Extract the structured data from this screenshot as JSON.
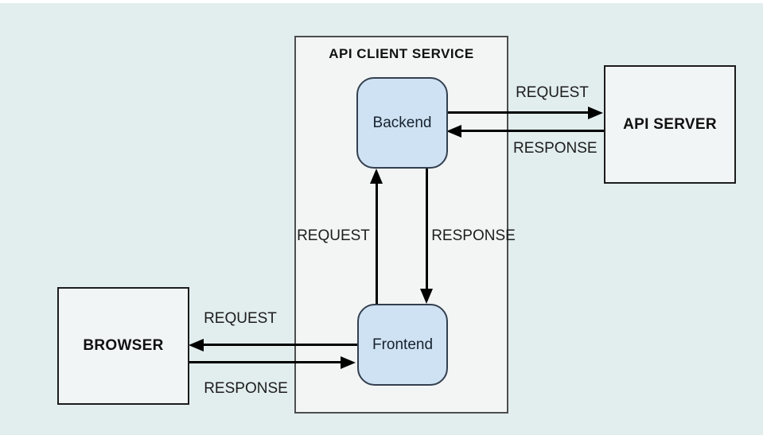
{
  "diagram": {
    "container": {
      "title": "API CLIENT SERVICE"
    },
    "nodes": {
      "backend": {
        "label": "Backend"
      },
      "frontend": {
        "label": "Frontend"
      },
      "api_server": {
        "label": "API SERVER"
      },
      "browser": {
        "label": "BROWSER"
      }
    },
    "edges": {
      "backend_to_apiserver": {
        "label": "REQUEST",
        "from": "Backend",
        "to": "API SERVER",
        "direction": "right"
      },
      "apiserver_to_backend": {
        "label": "RESPONSE",
        "from": "API SERVER",
        "to": "Backend",
        "direction": "left"
      },
      "frontend_to_backend": {
        "label": "REQUEST",
        "from": "Frontend",
        "to": "Backend",
        "direction": "up"
      },
      "backend_to_frontend": {
        "label": "RESPONSE",
        "from": "Backend",
        "to": "Frontend",
        "direction": "down"
      },
      "frontend_to_browser": {
        "label": "REQUEST",
        "from": "Frontend",
        "to": "BROWSER",
        "direction": "left"
      },
      "browser_to_frontend": {
        "label": "RESPONSE",
        "from": "BROWSER",
        "to": "Frontend",
        "direction": "right"
      }
    },
    "colors": {
      "page_background": "#e2edee",
      "top_strip": "#ffffff",
      "container_fill": "#f3f5f5",
      "container_border": "#4d4d4d",
      "node_fill": "#cfe2f3",
      "node_border": "#333f4f",
      "outer_node_fill": "#f2f5f5",
      "outer_node_border": "#1c1c1c",
      "arrow": "#000000",
      "text": "#1d1d1d"
    }
  }
}
